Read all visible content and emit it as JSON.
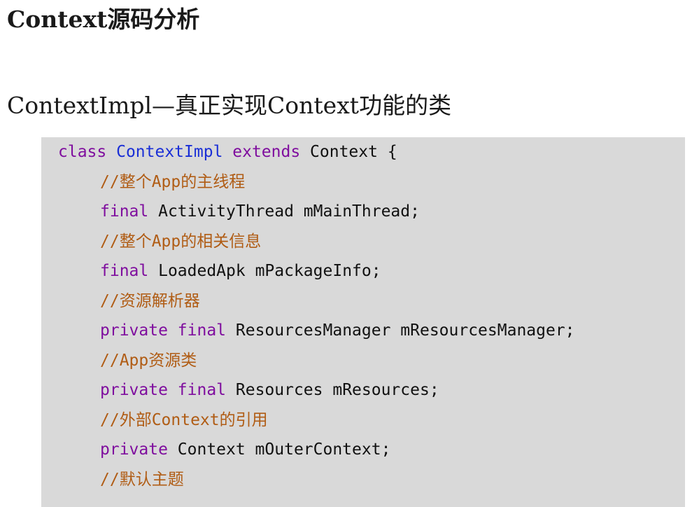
{
  "document": {
    "title": "Context源码分析",
    "section_heading": "ContextImpl—真正实现Context功能的类"
  },
  "code": {
    "lines": [
      {
        "indent": 0,
        "tokens": [
          {
            "t": "class ",
            "k": "kw"
          },
          {
            "t": "ContextImpl",
            "k": "cls"
          },
          {
            "t": " extends ",
            "k": "kw"
          },
          {
            "t": "Context {",
            "k": "txt"
          }
        ]
      },
      {
        "indent": 1,
        "tokens": [
          {
            "t": "//整个App的主线程",
            "k": "cmt"
          }
        ]
      },
      {
        "indent": 1,
        "tokens": [
          {
            "t": "final ",
            "k": "kw"
          },
          {
            "t": "ActivityThread mMainThread;",
            "k": "txt"
          }
        ]
      },
      {
        "indent": 1,
        "tokens": [
          {
            "t": "//整个App的相关信息",
            "k": "cmt"
          }
        ]
      },
      {
        "indent": 1,
        "tokens": [
          {
            "t": "final ",
            "k": "kw"
          },
          {
            "t": "LoadedApk mPackageInfo;",
            "k": "txt"
          }
        ]
      },
      {
        "indent": 1,
        "tokens": [
          {
            "t": "//资源解析器",
            "k": "cmt"
          }
        ]
      },
      {
        "indent": 1,
        "tokens": [
          {
            "t": "private ",
            "k": "kw"
          },
          {
            "t": "final ",
            "k": "kw"
          },
          {
            "t": "ResourcesManager mResourcesManager;",
            "k": "txt"
          }
        ]
      },
      {
        "indent": 1,
        "tokens": [
          {
            "t": "//App资源类",
            "k": "cmt"
          }
        ]
      },
      {
        "indent": 1,
        "tokens": [
          {
            "t": "private ",
            "k": "kw"
          },
          {
            "t": "final ",
            "k": "kw"
          },
          {
            "t": "Resources mResources;",
            "k": "txt"
          }
        ]
      },
      {
        "indent": 1,
        "tokens": [
          {
            "t": "//外部Context的引用",
            "k": "cmt"
          }
        ]
      },
      {
        "indent": 1,
        "tokens": [
          {
            "t": "private ",
            "k": "kw"
          },
          {
            "t": "Context mOuterContext;",
            "k": "txt"
          }
        ]
      },
      {
        "indent": 1,
        "tokens": [
          {
            "t": "//默认主题",
            "k": "cmt"
          }
        ]
      }
    ]
  },
  "colors": {
    "keyword": "#7f0e9e",
    "class_name": "#1a2fd6",
    "comment": "#b05c14",
    "code_background": "#d9d9d9"
  }
}
